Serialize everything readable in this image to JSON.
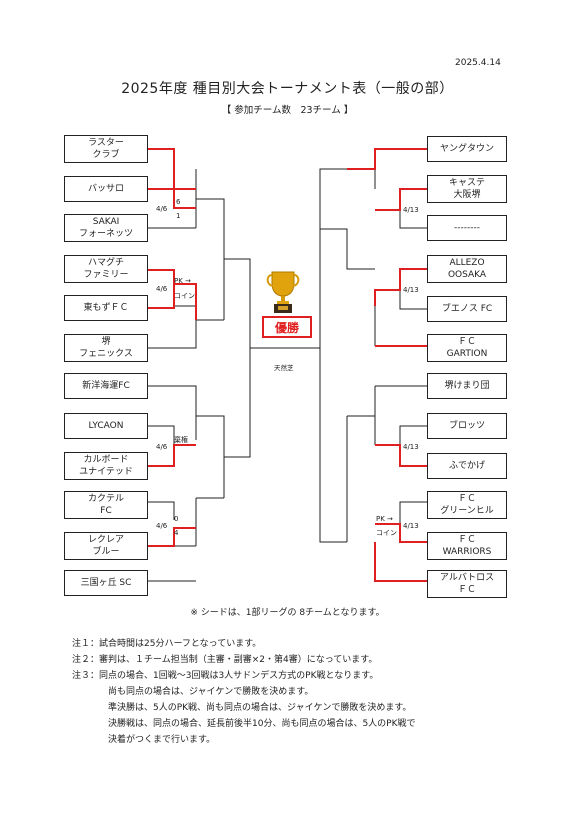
{
  "header": {
    "date": "2025.4.14",
    "title": "2025年度 種目別大会トーナメント表（一般の部）",
    "subtitle": "【 参加チーム数　23チーム 】"
  },
  "left_teams": [
    [
      "ラスター",
      "クラブ"
    ],
    [
      "バッサロ"
    ],
    [
      "SAKAI",
      "フォーネッツ"
    ],
    [
      "ハマグチ",
      "ファミリー"
    ],
    [
      "東もずＦＣ"
    ],
    [
      "堺",
      "フェニックス"
    ],
    [
      "新洋海運FC"
    ],
    [
      "LYCAON"
    ],
    [
      "カルボード",
      "ユナイテッド"
    ],
    [
      "カクテル",
      "FC"
    ],
    [
      "レクレア",
      "ブルー"
    ],
    [
      "三国ヶ丘 SC"
    ]
  ],
  "right_teams": [
    [
      "ヤングタウン"
    ],
    [
      "キャステ",
      "大阪堺"
    ],
    [
      "--------"
    ],
    [
      "ALLEZO",
      "OOSAKA"
    ],
    [
      "ブエノス FC"
    ],
    [
      "ＦＣ",
      "GARTION"
    ],
    [
      "堺けまり団"
    ],
    [
      "ブロッツ"
    ],
    [
      "ふでかげ"
    ],
    [
      "ＦＣ",
      "グリーンヒル"
    ],
    [
      "ＦＣ",
      "WARRIORS"
    ],
    [
      "アルバトロス",
      "ＦＣ"
    ]
  ],
  "match_notes": {
    "l1_date": "4/6",
    "l1_score_top": "6",
    "l1_score_bottom": "1",
    "l2_date": "4/6",
    "l2_pk": "PK →",
    "l2_coin": "コイン",
    "l3_date": "4/6",
    "l3_note": "棄権",
    "l4_date": "4/6",
    "l4_score_top": "0",
    "l4_score_bottom": "4",
    "r1_date": "4/13",
    "r2_date": "4/13",
    "r3_date": "4/13",
    "r4_date": "4/13",
    "r4_pk": "PK →",
    "r4_coin": "コイン"
  },
  "center": {
    "winner_label": "優勝",
    "venue": "天然芝"
  },
  "footer": {
    "seed_note": "※ シードは、1部リーグの 8チームとなります。",
    "notes": [
      "注１：試合時間は25分ハーフとなっています。",
      "注２：審判は、１チーム担当制（主審・副審×2・第4審）になっています。",
      "注３：同点の場合、1回戦～3回戦は3人サドンデス方式のPK戦となります。",
      "　　　　尚も同点の場合は、ジャイケンで勝敗を決めます。",
      "　　　　準決勝は、5人のPK戦、尚も同点の場合は、ジャイケンで勝敗を決めます。",
      "　　　　決勝戦は、同点の場合、延長前後半10分、尚も同点の場合は、5人のPK戦で",
      "　　　　決着がつくまで行います。"
    ]
  },
  "colors": {
    "line": "#222222",
    "winner_path": "#e02020"
  }
}
